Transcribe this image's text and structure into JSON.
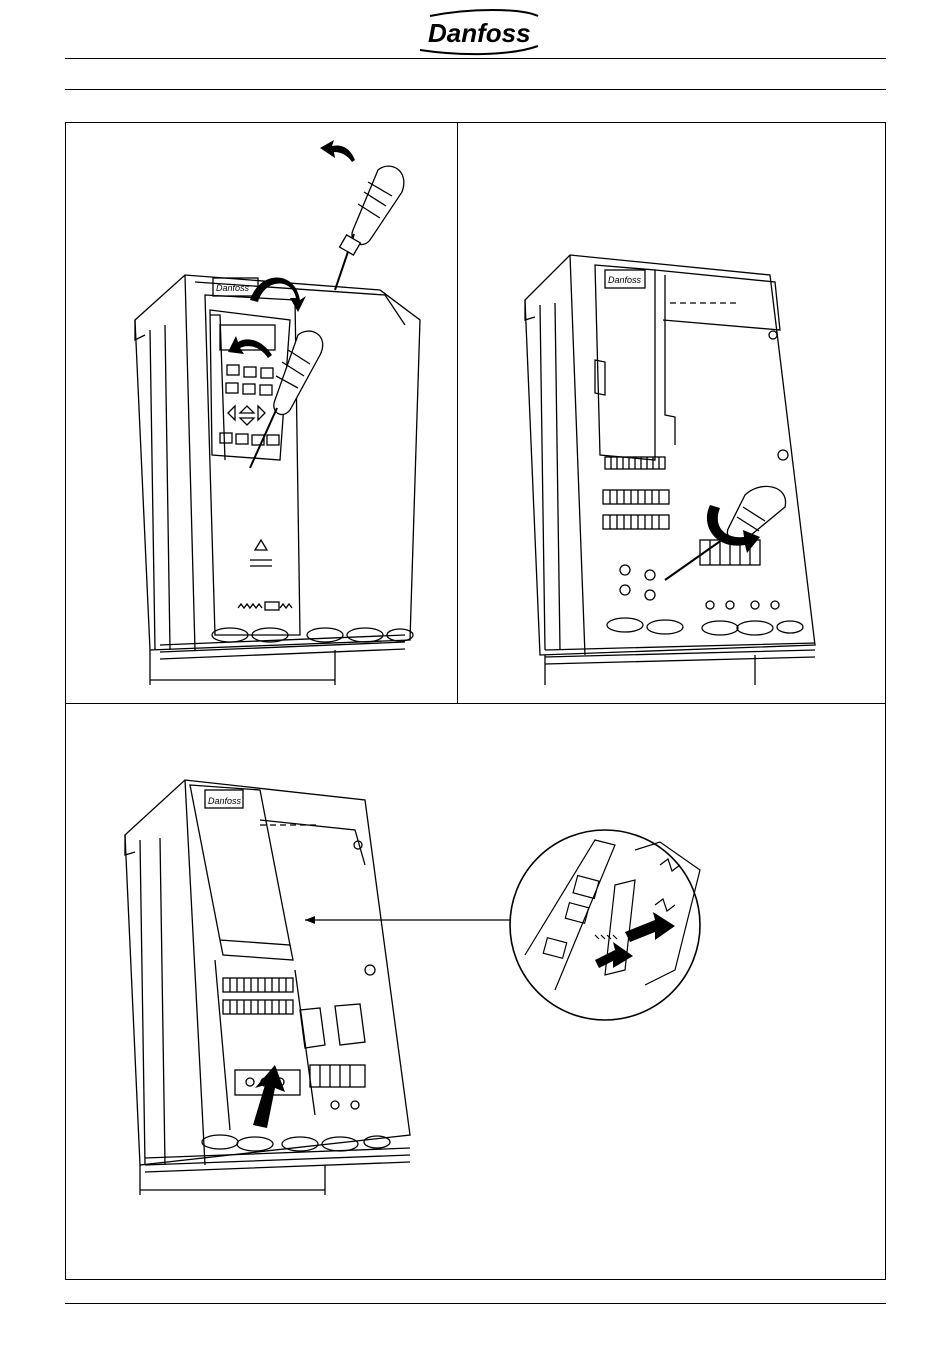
{
  "header": {
    "logo_text": "Danfoss"
  },
  "figures": [
    {
      "id": "remove-panel",
      "device_logo": "Danfoss",
      "warning_icon": "warning-triangle-icon"
    },
    {
      "id": "loosen-screw",
      "device_logo": "Danfoss"
    },
    {
      "id": "unplug-board",
      "device_logo": "Danfoss"
    }
  ],
  "colors": {
    "line": "#000000",
    "paper": "#ffffff",
    "shade": "#1a1a1a"
  }
}
